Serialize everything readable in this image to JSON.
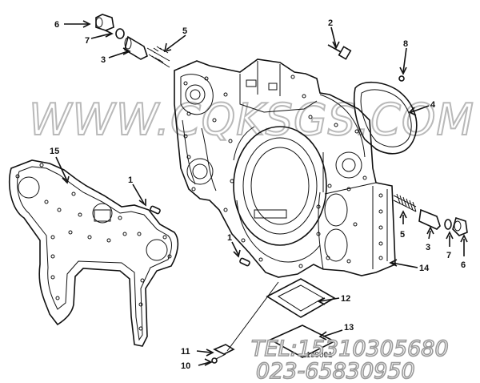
{
  "callouts": [
    {
      "id": "c6a",
      "text": "6"
    },
    {
      "id": "c7a",
      "text": "7"
    },
    {
      "id": "c3a",
      "text": "3"
    },
    {
      "id": "c5a",
      "text": "5"
    },
    {
      "id": "c2",
      "text": "2"
    },
    {
      "id": "c8",
      "text": "8"
    },
    {
      "id": "c4",
      "text": "4"
    },
    {
      "id": "c15",
      "text": "15"
    },
    {
      "id": "c1a",
      "text": "1"
    },
    {
      "id": "c1b",
      "text": "1"
    },
    {
      "id": "c5b",
      "text": "5"
    },
    {
      "id": "c3b",
      "text": "3"
    },
    {
      "id": "c7b",
      "text": "7"
    },
    {
      "id": "c6b",
      "text": "6"
    },
    {
      "id": "c14",
      "text": "14"
    },
    {
      "id": "c12",
      "text": "12"
    },
    {
      "id": "c13",
      "text": "13"
    },
    {
      "id": "c11",
      "text": "11"
    },
    {
      "id": "c10",
      "text": "10"
    }
  ],
  "drawing_code": "11J0001",
  "watermark": {
    "site": "WWW.CQKSGS.COM",
    "tel": "TEL:15310305680",
    "phone": "023-65830950"
  }
}
